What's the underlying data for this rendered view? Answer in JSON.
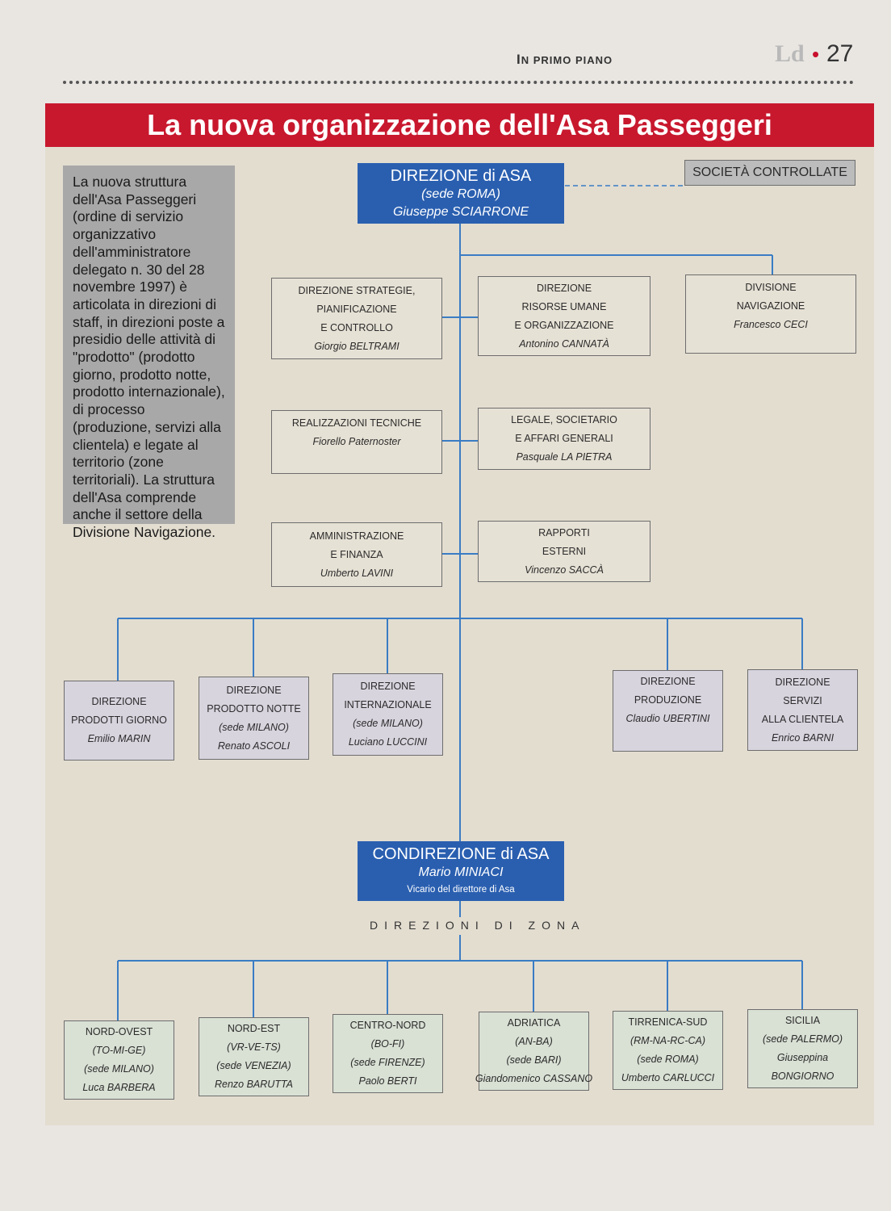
{
  "header": {
    "section_prefix": "I",
    "section_rest": "N PRIMO PIANO",
    "logo": "Ld",
    "bullet": "•",
    "page_number": "27"
  },
  "title": "La nuova organizzazione dell'Asa Passeggeri",
  "intro_text": "La nuova struttura dell'Asa Passeggeri (ordine di servizio organizzativo dell'amministratore delegato n. 30 del 28 novembre 1997) è articolata in direzioni di staff, in direzioni poste a presidio delle attività di \"prodotto\" (prodotto giorno, prodotto notte, prodotto internazionale), di processo (produzione, servizi alla clientela) e legate al territorio (zone territoriali). La struttura dell'Asa comprende anche il settore della Divisione Navigazione.",
  "top": {
    "title": "DIREZIONE di ASA",
    "seat": "(sede ROMA)",
    "person": "Giuseppe SCIARRONE"
  },
  "controlled": "SOCIETÀ CONTROLLATE",
  "staff": [
    {
      "lines": [
        "DIREZIONE STRATEGIE,",
        "PIANIFICAZIONE",
        "E CONTROLLO"
      ],
      "person": "Giorgio BELTRAMI"
    },
    {
      "lines": [
        "DIREZIONE",
        "RISORSE UMANE",
        "E ORGANIZZAZIONE"
      ],
      "person": "Antonino CANNATÀ"
    },
    {
      "lines": [
        "DIVISIONE",
        "NAVIGAZIONE"
      ],
      "person": "Francesco CECI"
    },
    {
      "lines": [
        "REALIZZAZIONI TECNICHE"
      ],
      "person": "Fiorello Paternoster"
    },
    {
      "lines": [
        "LEGALE, SOCIETARIO",
        "E AFFARI GENERALI"
      ],
      "person": "Pasquale LA PIETRA"
    },
    {
      "lines": [
        "AMMINISTRAZIONE",
        "E FINANZA"
      ],
      "person": "Umberto LAVINI"
    },
    {
      "lines": [
        "RAPPORTI",
        "ESTERNI"
      ],
      "person": "Vincenzo SACCÀ"
    }
  ],
  "products": [
    {
      "lines": [
        "DIREZIONE",
        "PRODOTTI GIORNO"
      ],
      "person": "Emilio MARIN"
    },
    {
      "lines": [
        "DIREZIONE",
        "PRODOTTO NOTTE",
        "(sede MILANO)"
      ],
      "person": "Renato ASCOLI"
    },
    {
      "lines": [
        "DIREZIONE",
        "INTERNAZIONALE",
        "(sede MILANO)"
      ],
      "person": "Luciano LUCCINI"
    },
    {
      "lines": [
        "DIREZIONE",
        "PRODUZIONE"
      ],
      "person": "Claudio UBERTINI"
    },
    {
      "lines": [
        "DIREZIONE",
        "SERVIZI",
        "ALLA CLIENTELA"
      ],
      "person": "Enrico BARNI"
    }
  ],
  "codir": {
    "title": "CONDIREZIONE di ASA",
    "person": "Mario MINIACI",
    "role": "Vicario del direttore di Asa"
  },
  "zones_label": "DIREZIONI DI ZONA",
  "zones": [
    {
      "lines": [
        "NORD-OVEST",
        "(TO-MI-GE)",
        "(sede MILANO)",
        "Luca BARBERA"
      ]
    },
    {
      "lines": [
        "NORD-EST",
        "(VR-VE-TS)",
        "(sede VENEZIA)",
        "Renzo BARUTTA"
      ]
    },
    {
      "lines": [
        "CENTRO-NORD",
        "(BO-FI)",
        "(sede FIRENZE)",
        "Paolo BERTI"
      ]
    },
    {
      "lines": [
        "ADRIATICA",
        "(AN-BA)",
        "(sede BARI)",
        "Giandomenico CASSANO"
      ]
    },
    {
      "lines": [
        "TIRRENICA-SUD",
        "(RM-NA-RC-CA)",
        "(sede ROMA)",
        "Umberto CARLUCCI"
      ]
    },
    {
      "lines": [
        "SICILIA",
        "(sede PALERMO)",
        "Giuseppina",
        "BONGIORNO"
      ]
    }
  ]
}
